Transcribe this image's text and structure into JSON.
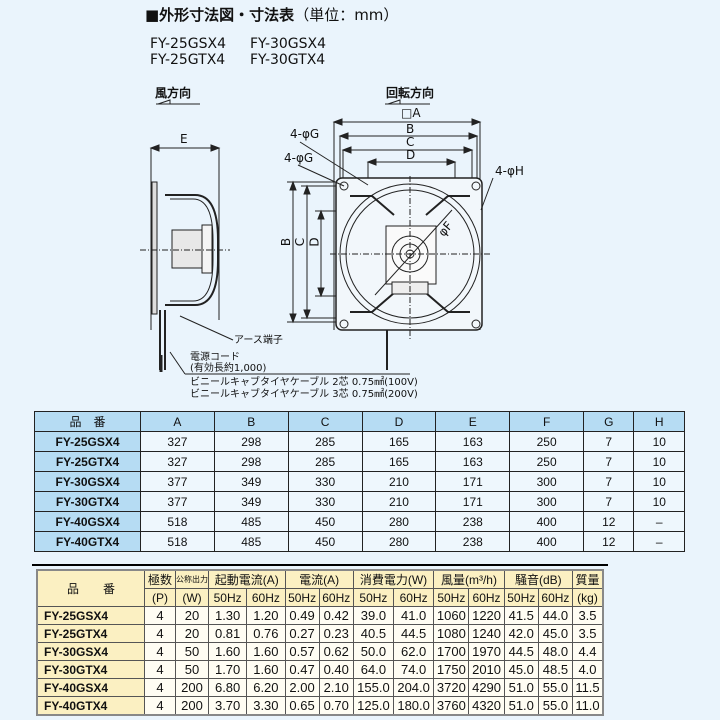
{
  "header": {
    "title": "■外形寸法図・寸法表",
    "unit": "（単位：mm）",
    "models": [
      "FY-25GSX4",
      "FY-30GSX4",
      "FY-25GTX4",
      "FY-30GTX4"
    ]
  },
  "drawing": {
    "wind_direction": "風方向",
    "rotation_direction": "回転方向",
    "label_A": "□A",
    "label_B": "B",
    "label_C": "C",
    "label_D": "D",
    "label_E": "E",
    "label_F": "φF",
    "label_4G_1": "4-φG",
    "label_4G_2": "4-φG",
    "label_4H": "4-φH",
    "earth_terminal": "アース端子",
    "power_cord": "電源コード",
    "power_cord_length": "(有効長約1,000)",
    "cable_100v": "ビニールキャブタイヤケーブル 2芯 0.75㎟(100V)",
    "cable_200v": "ビニールキャブタイヤケーブル 3芯 0.75㎟(200V)"
  },
  "dimension_table": {
    "headers": [
      "品　番",
      "A",
      "B",
      "C",
      "D",
      "E",
      "F",
      "G",
      "H"
    ],
    "rows": [
      [
        "FY-25GSX4",
        "327",
        "298",
        "285",
        "165",
        "163",
        "250",
        "7",
        "10"
      ],
      [
        "FY-25GTX4",
        "327",
        "298",
        "285",
        "165",
        "163",
        "250",
        "7",
        "10"
      ],
      [
        "FY-30GSX4",
        "377",
        "349",
        "330",
        "210",
        "171",
        "300",
        "7",
        "10"
      ],
      [
        "FY-30GTX4",
        "377",
        "349",
        "330",
        "210",
        "171",
        "300",
        "7",
        "10"
      ],
      [
        "FY-40GSX4",
        "518",
        "485",
        "450",
        "280",
        "238",
        "400",
        "12",
        "–"
      ],
      [
        "FY-40GTX4",
        "518",
        "485",
        "450",
        "280",
        "238",
        "400",
        "12",
        "–"
      ]
    ]
  },
  "spec_table": {
    "header_top": {
      "model": "品　　番",
      "poles": "極数",
      "output": "公称出力",
      "start_current": "起動電流(A)",
      "current": "電流(A)",
      "power": "消費電力(W)",
      "airflow": "風量(m³/h)",
      "noise": "騒音(dB)",
      "weight": "質量"
    },
    "header_sub": {
      "poles_unit": "(P)",
      "output_unit": "(W)",
      "hz50": "50Hz",
      "hz60": "60Hz",
      "weight_unit": "(kg)"
    },
    "rows": [
      [
        "FY-25GSX4",
        "4",
        "20",
        "1.30",
        "1.20",
        "0.49",
        "0.42",
        "39.0",
        "41.0",
        "1060",
        "1220",
        "41.5",
        "44.0",
        "3.5"
      ],
      [
        "FY-25GTX4",
        "4",
        "20",
        "0.81",
        "0.76",
        "0.27",
        "0.23",
        "40.5",
        "44.5",
        "1080",
        "1240",
        "42.0",
        "45.0",
        "3.5"
      ],
      [
        "FY-30GSX4",
        "4",
        "50",
        "1.60",
        "1.60",
        "0.57",
        "0.62",
        "50.0",
        "62.0",
        "1700",
        "1970",
        "44.5",
        "48.0",
        "4.4"
      ],
      [
        "FY-30GTX4",
        "4",
        "50",
        "1.70",
        "1.60",
        "0.47",
        "0.40",
        "64.0",
        "74.0",
        "1750",
        "2010",
        "45.0",
        "48.5",
        "4.0"
      ],
      [
        "FY-40GSX4",
        "4",
        "200",
        "6.80",
        "6.20",
        "2.00",
        "2.10",
        "155.0",
        "204.0",
        "3720",
        "4290",
        "51.0",
        "55.0",
        "11.5"
      ],
      [
        "FY-40GTX4",
        "4",
        "200",
        "3.70",
        "3.30",
        "0.65",
        "0.70",
        "125.0",
        "180.0",
        "3760",
        "4320",
        "51.0",
        "55.0",
        "11.0"
      ]
    ]
  },
  "colors": {
    "background": "#eaf4fc",
    "dim_header": "#b6dcf3",
    "spec_header": "#fbf0c2"
  }
}
